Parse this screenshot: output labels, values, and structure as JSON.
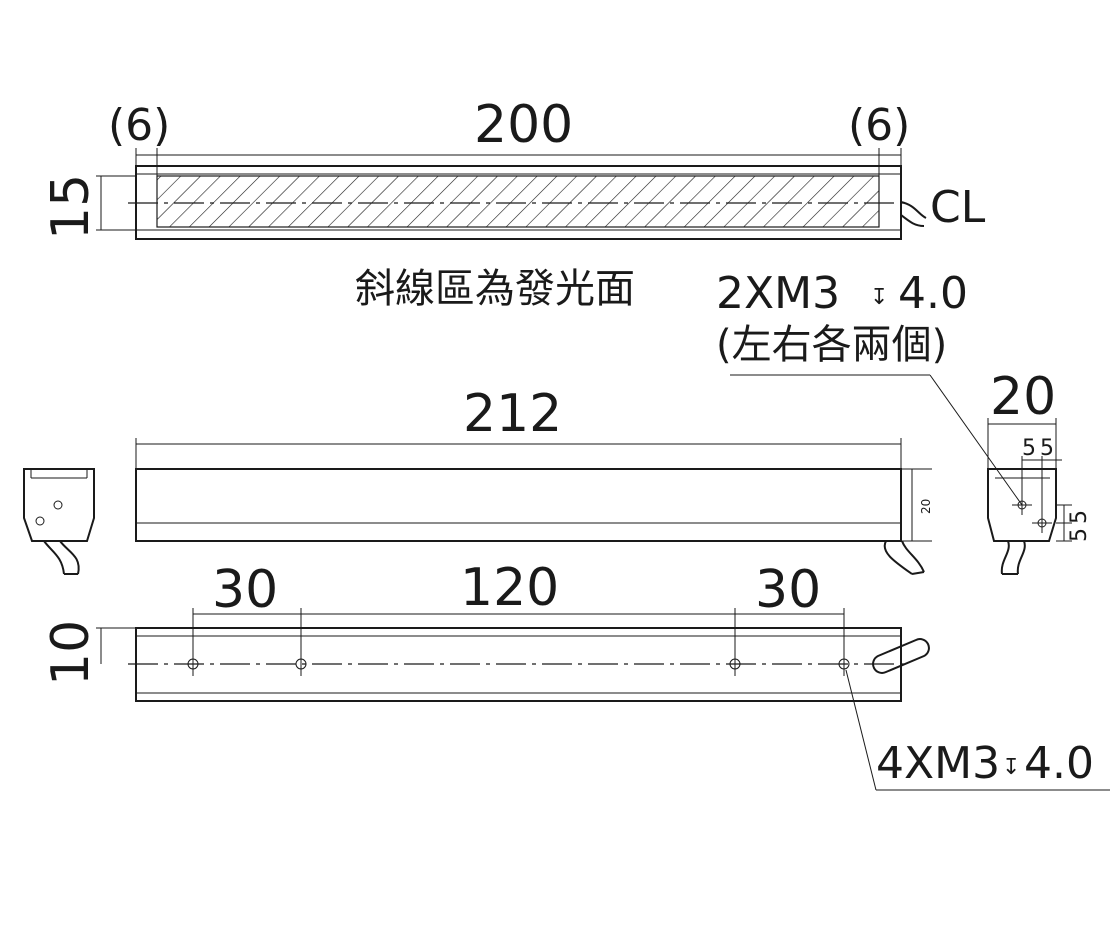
{
  "front_view": {
    "left_margin": "(6)",
    "emitting_length": "200",
    "right_margin": "(6)",
    "height": "15",
    "centerline": "CL",
    "hatch_note": "斜線區為發光面"
  },
  "side_hole_note": {
    "spec": "2XM3",
    "depth_symbol": "↧",
    "depth": "4.0",
    "qualifier": "(左右各兩個)"
  },
  "side_view": {
    "width": "20",
    "hole_offset_x": "5",
    "hole_offset_x2": "5",
    "hole_offset_y": "5",
    "hole_offset_y2": "5"
  },
  "top_view": {
    "overall_length": "212",
    "height_label": "20"
  },
  "bottom_view": {
    "pitch_left": "30",
    "pitch_center": "120",
    "pitch_right": "30",
    "height": "10",
    "hole_note": "4XM3",
    "depth_symbol": "↧",
    "depth": "4.0"
  }
}
